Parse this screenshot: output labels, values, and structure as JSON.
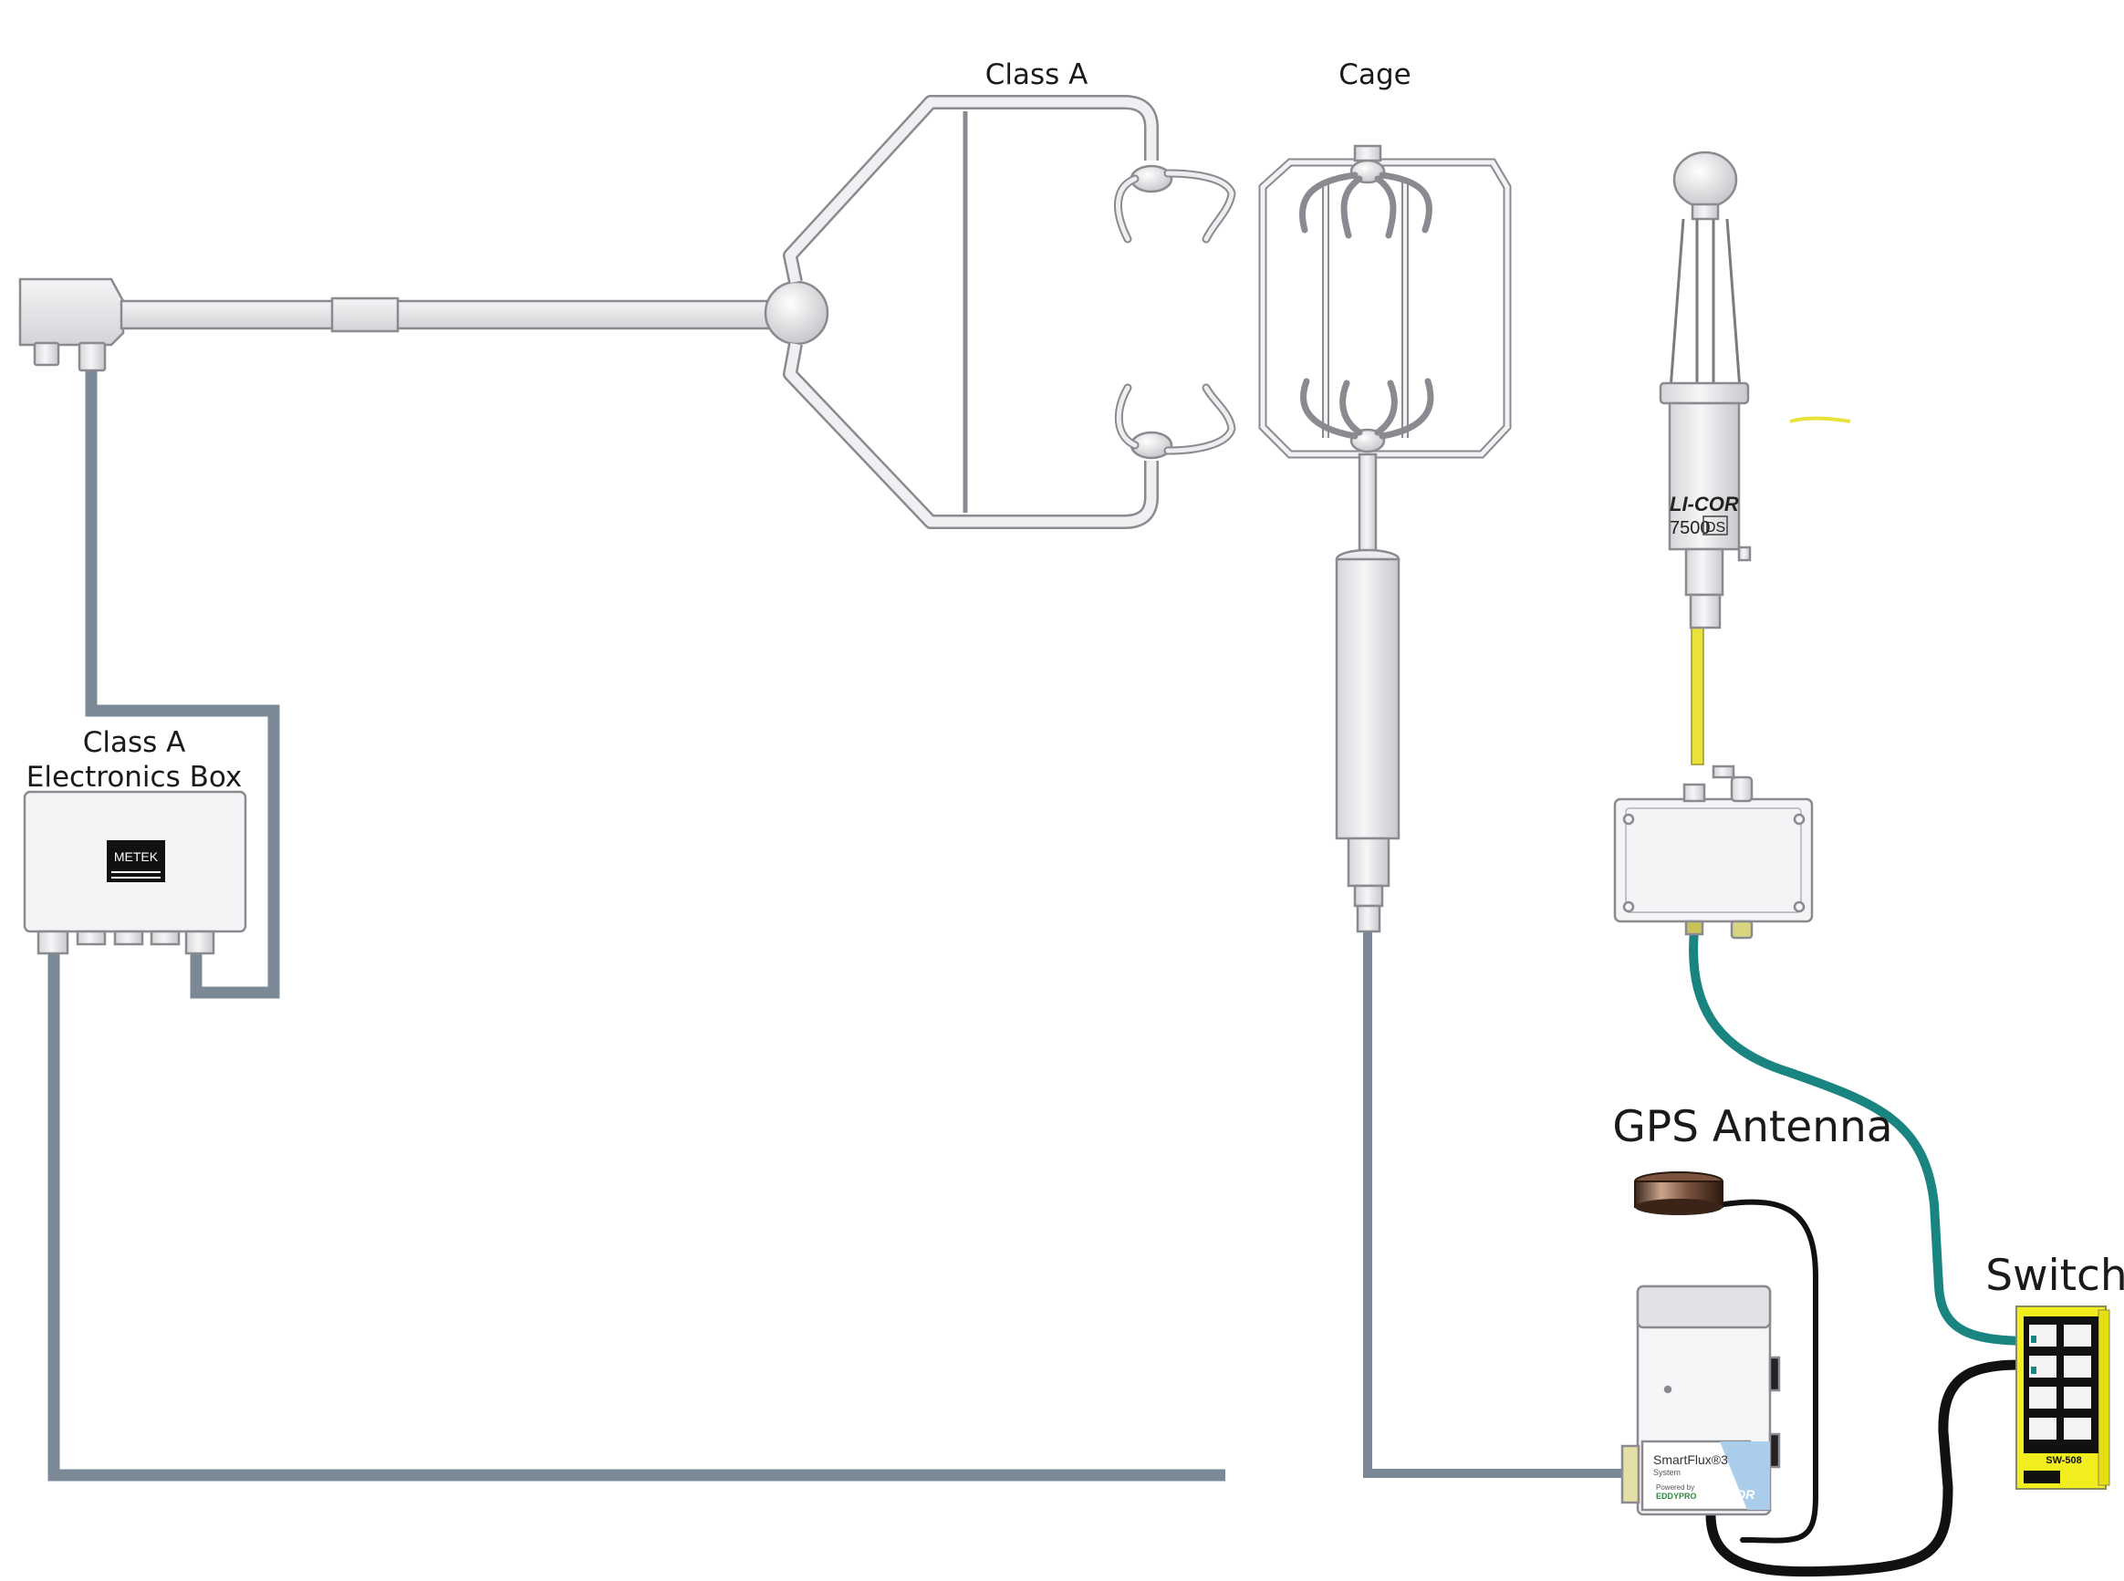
{
  "labels": {
    "class_a": "Class A",
    "cage": "Cage",
    "electronics_box_line1": "Class A",
    "electronics_box_line2": "Electronics Box",
    "gps_antenna": "GPS Antenna",
    "switch": "Switch"
  },
  "device_markings": {
    "metek_logo": "METEK",
    "analyzer_model_fragment": "7500",
    "analyzer_suffix": "DS",
    "analyzer_brand": "LI-COR",
    "smartflux_name": "SmartFlux®3",
    "smartflux_sub": "System",
    "smartflux_powered_by": "Powered by",
    "smartflux_eddypro": "EDDYPRO",
    "smartflux_brand": "LI-COR",
    "switch_model": "SW-508"
  },
  "colors": {
    "class_a_cable": "#7b8896",
    "cage_cable": "#7b8896",
    "analyzer_yellow_cable": "#e8e23a",
    "ethernet_teal_cable": "#1a8580",
    "black_cable": "#111111",
    "switch_body": "#f2ee1e",
    "sensor_fill": "#e9e9ec",
    "sensor_stroke": "#8a8a90"
  }
}
